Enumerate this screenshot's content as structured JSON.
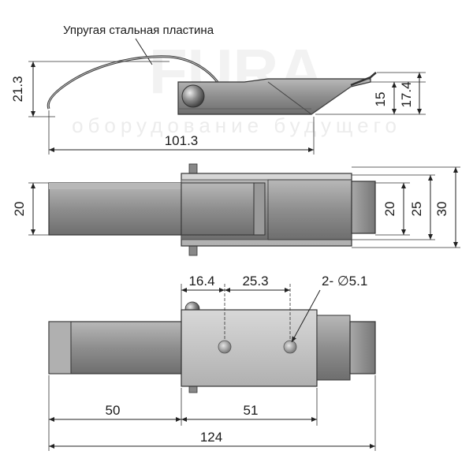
{
  "watermark": {
    "brand": "FURA",
    "slogan": "оборудование будущего"
  },
  "top_view": {
    "caption": "Упругая стальная пластина",
    "dims": {
      "height_left": "21.3",
      "height_right_inner": "15",
      "height_right_outer": "17.4",
      "length": "101.3"
    }
  },
  "middle_view": {
    "dims": {
      "width_left": "20",
      "width_right_inner": "20",
      "width_right_mid": "25",
      "width_right_outer": "30"
    }
  },
  "bottom_view": {
    "dims": {
      "hole_offset": "16.4",
      "hole_spacing": "25.3",
      "hole_callout": "2- ∅5.1",
      "handle_length": "50",
      "base_length": "51",
      "total_length": "124"
    }
  },
  "colors": {
    "metal_light": "#c9c9c9",
    "metal_mid": "#9c9c9c",
    "metal_dark": "#5e5e5e",
    "line": "#222222"
  }
}
